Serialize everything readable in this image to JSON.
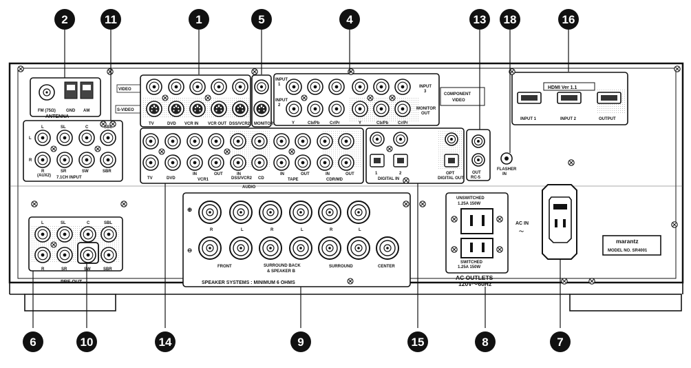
{
  "callouts": {
    "c1": "1",
    "c2": "2",
    "c4": "4",
    "c5": "5",
    "c6": "6",
    "c7": "7",
    "c8": "8",
    "c9": "9",
    "c10": "10",
    "c11": "11",
    "c13": "13",
    "c14": "14",
    "c15": "15",
    "c16": "16",
    "c18": "18"
  },
  "antenna": {
    "title": "ANTENNA",
    "fm": "FM (75Ω)",
    "gnd": "GND",
    "am": "AM"
  },
  "input71": {
    "title": "7.1CH INPUT",
    "l": "L",
    "r": "R",
    "sl": "SL",
    "c": "C",
    "sbl": "SBL",
    "r_aux": "R",
    "aux2": "(AUX2)",
    "sr": "SR",
    "sw": "SW",
    "sbr": "SBR"
  },
  "video": {
    "video_label": "VIDEO",
    "svideo_label": "S-VIDEO",
    "tv": "TV",
    "dvd": "DVD",
    "vcr1_in": "VCR IN",
    "vcr1_out": "VCR OUT",
    "dss": "DSS/VCR2"
  },
  "monitor": {
    "label": "MONITOR"
  },
  "component": {
    "title_line1": "COMPONENT",
    "title_line2": "VIDEO",
    "input1": "INPUT",
    "input1_n": "1",
    "input2": "INPUT",
    "input2_n": "2",
    "input3": "INPUT",
    "input3_n": "3",
    "monitor_out": "MONITOR",
    "monitor_out2": "OUT",
    "y": "Y",
    "cb": "Cb/Pb",
    "cr": "Cr/Pr"
  },
  "hdmi": {
    "title": "HDMI Ver 1.1",
    "input1": "INPUT 1",
    "input2": "INPUT 2",
    "output": "OUTPUT"
  },
  "audio": {
    "title": "AUDIO",
    "tv": "TV",
    "dvd": "DVD",
    "in": "IN",
    "out": "OUT",
    "vcr1": "VCR1",
    "dss_in": "IN",
    "dss": "DSS/VCR2",
    "cd": "CD",
    "tape": "TAPE",
    "cdr_in": "IN",
    "cdr_out": "OUT",
    "cdrmd": "CDR/MD"
  },
  "digital": {
    "title": "DIGITAL IN",
    "n1": "1",
    "n2": "2",
    "opt": "OPT",
    "digital_out": "DIGITAL OUT"
  },
  "rc5": {
    "out": "OUT",
    "rc5": "RC-5"
  },
  "flasher": {
    "line1": "FLASHER",
    "line2": "IN"
  },
  "preout": {
    "title": "PRE OUT",
    "l": "L",
    "sl": "SL",
    "c": "C",
    "sbl": "SBL",
    "r": "R",
    "sr": "SR",
    "sw": "SW",
    "sbr": "SBR"
  },
  "speakers": {
    "title": "SPEAKER SYSTEMS : MINIMUM 6 OHMS",
    "front": "FRONT",
    "surround_back": "SURROUND BACK",
    "speaker_b": "& SPEAKER B",
    "surround": "SURROUND",
    "center": "CENTER",
    "r": "R",
    "l": "L",
    "plus": "⊕",
    "minus": "⊖"
  },
  "outlets": {
    "unswitched": "UNSWITCHED",
    "unswitched_rating": "1.25A 150W",
    "switched": "SWITCHED",
    "switched_rating": "1.25A 150W",
    "title": "AC OUTLETS",
    "voltage": "120V～60Hz"
  },
  "acin": {
    "label": "AC IN",
    "symbol": "～"
  },
  "model": {
    "brand": "marantz",
    "model": "MODEL NO. SR4001"
  }
}
